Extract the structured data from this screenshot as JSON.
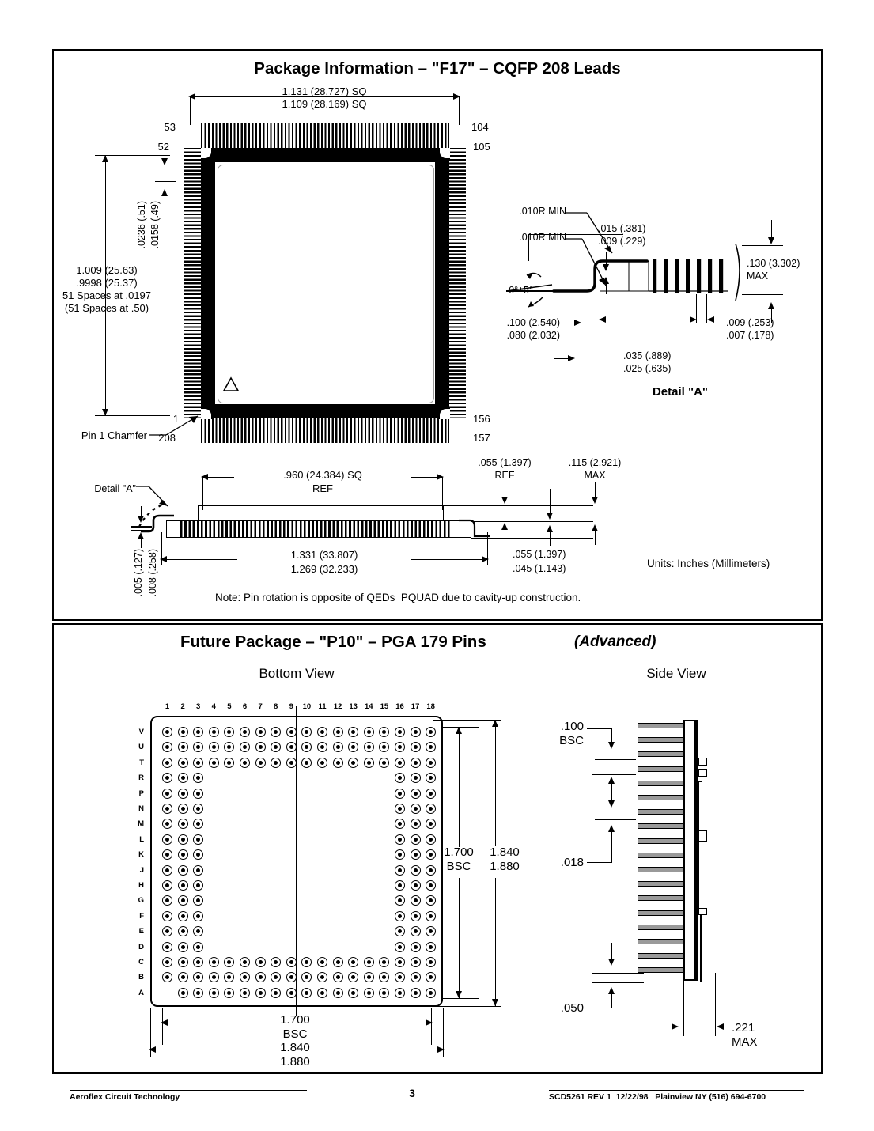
{
  "document": {
    "page_number": "3",
    "units_note": "Units: Inches (Millimeters)"
  },
  "panel_qfp": {
    "title": "Package Information – \"F17\" – CQFP 208 Leads",
    "top_dims": {
      "line1": "1.131 (28.727) SQ",
      "line2": "1.109 (28.169) SQ"
    },
    "lead_pitch_vertical": {
      "line1": ".0236 (.51)",
      "line2": ".0158 (.49)"
    },
    "left_dims": {
      "line1": "1.009 (25.63)",
      "line2": ".9998 (25.37)",
      "line3": "51 Spaces at .0197",
      "line4": "(51 Spaces at .50)"
    },
    "pin_numbers": {
      "top_left": "53",
      "top_right": "104",
      "upper_left": "52",
      "upper_right": "105",
      "lower_left": "1",
      "lower_right": "156",
      "bottom_left": "208",
      "bottom_right": "157"
    },
    "pin1_chamfer_label": "Pin 1 Chamfer",
    "detail_a": {
      "title": "Detail \"A\"",
      "radius_1": ".010R MIN",
      "radius_2": ".010R MIN",
      "thickness": {
        "line1": ".015 (.381)",
        "line2": ".009 (.229)"
      },
      "angle": "0°±5°",
      "foot_length": {
        "line1": ".100 (2.540)",
        "line2": ".080 (2.032)"
      },
      "stand_off": {
        "line1": ".035 (.889)",
        "line2": ".025 (.635)"
      },
      "lead_width": {
        "line1": ".009 (.253)",
        "line2": ".007 (.178)"
      },
      "height_max": {
        "line1": ".130 (3.302)",
        "line2": "MAX"
      }
    },
    "side_view": {
      "detail_a_callout": "Detail \"A\"",
      "body_ref": {
        "line1": ".960 (24.384) SQ",
        "line2": "REF"
      },
      "overall": {
        "line1": "1.331 (33.807)",
        "line2": "1.269 (32.233)"
      },
      "standoff_vertical": {
        "line1": ".005 (.127)",
        "line2": ".008 (.258)"
      },
      "lid_ref": {
        "line1": ".055 (1.397)",
        "line2": "REF"
      },
      "total_max": {
        "line1": ".115 (2.921)",
        "line2": "MAX"
      },
      "base_thick": {
        "line1": ".055 (1.397)",
        "line2": ".045 (1.143)"
      }
    },
    "note": "Note: Pin rotation is opposite of QEDs  PQUAD due to cavity-up construction."
  },
  "panel_pga": {
    "title": "Future Package – \"P10\" – PGA 179 Pins",
    "title_suffix": "(Advanced)",
    "bottom_view_label": "Bottom View",
    "side_view_label": "Side View",
    "column_labels": [
      "1",
      "2",
      "3",
      "4",
      "5",
      "6",
      "7",
      "8",
      "9",
      "10",
      "11",
      "12",
      "13",
      "14",
      "15",
      "16",
      "17",
      "18"
    ],
    "row_labels": [
      "V",
      "U",
      "T",
      "R",
      "P",
      "N",
      "M",
      "L",
      "K",
      "J",
      "H",
      "G",
      "F",
      "E",
      "D",
      "C",
      "B",
      "A"
    ],
    "grid_map": {
      "V": [
        1,
        1,
        1,
        1,
        1,
        1,
        1,
        1,
        1,
        1,
        1,
        1,
        1,
        1,
        1,
        1,
        1,
        1
      ],
      "U": [
        1,
        1,
        1,
        1,
        1,
        1,
        1,
        1,
        1,
        1,
        1,
        1,
        1,
        1,
        1,
        1,
        1,
        1
      ],
      "T": [
        1,
        1,
        1,
        1,
        1,
        1,
        1,
        1,
        1,
        1,
        1,
        1,
        1,
        1,
        1,
        1,
        1,
        1
      ],
      "R": [
        1,
        1,
        1,
        0,
        0,
        0,
        0,
        0,
        0,
        0,
        0,
        0,
        0,
        0,
        0,
        1,
        1,
        1
      ],
      "P": [
        1,
        1,
        1,
        0,
        0,
        0,
        0,
        0,
        0,
        0,
        0,
        0,
        0,
        0,
        0,
        1,
        1,
        1
      ],
      "N": [
        1,
        1,
        1,
        0,
        0,
        0,
        0,
        0,
        0,
        0,
        0,
        0,
        0,
        0,
        0,
        1,
        1,
        1
      ],
      "M": [
        1,
        1,
        1,
        0,
        0,
        0,
        0,
        0,
        0,
        0,
        0,
        0,
        0,
        0,
        0,
        1,
        1,
        1
      ],
      "L": [
        1,
        1,
        1,
        0,
        0,
        0,
        0,
        0,
        0,
        0,
        0,
        0,
        0,
        0,
        0,
        1,
        1,
        1
      ],
      "K": [
        1,
        1,
        1,
        0,
        0,
        0,
        0,
        0,
        0,
        0,
        0,
        0,
        0,
        0,
        0,
        1,
        1,
        1
      ],
      "J": [
        1,
        1,
        1,
        0,
        0,
        0,
        0,
        0,
        0,
        0,
        0,
        0,
        0,
        0,
        0,
        1,
        1,
        1
      ],
      "H": [
        1,
        1,
        1,
        0,
        0,
        0,
        0,
        0,
        0,
        0,
        0,
        0,
        0,
        0,
        0,
        1,
        1,
        1
      ],
      "G": [
        1,
        1,
        1,
        0,
        0,
        0,
        0,
        0,
        0,
        0,
        0,
        0,
        0,
        0,
        0,
        1,
        1,
        1
      ],
      "F": [
        1,
        1,
        1,
        0,
        0,
        0,
        0,
        0,
        0,
        0,
        0,
        0,
        0,
        0,
        0,
        1,
        1,
        1
      ],
      "E": [
        1,
        1,
        1,
        0,
        0,
        0,
        0,
        0,
        0,
        0,
        0,
        0,
        0,
        0,
        0,
        1,
        1,
        1
      ],
      "D": [
        1,
        1,
        1,
        0,
        0,
        0,
        0,
        0,
        0,
        0,
        0,
        0,
        0,
        0,
        0,
        1,
        1,
        1
      ],
      "C": [
        1,
        1,
        1,
        1,
        1,
        1,
        1,
        1,
        1,
        1,
        1,
        1,
        1,
        1,
        1,
        1,
        1,
        1
      ],
      "B": [
        1,
        1,
        1,
        1,
        1,
        1,
        1,
        1,
        1,
        1,
        1,
        1,
        1,
        1,
        1,
        1,
        1,
        1
      ],
      "A": [
        0,
        1,
        1,
        1,
        1,
        1,
        1,
        1,
        1,
        1,
        1,
        1,
        1,
        1,
        1,
        1,
        1,
        1
      ]
    },
    "dims": {
      "right_bsc": {
        "line1": "1.700",
        "line2": "BSC"
      },
      "right_overall": {
        "line1": "1.840",
        "line2": "1.880"
      },
      "bottom_bsc": {
        "line1": "1.700",
        "line2": "BSC"
      },
      "bottom_overall": {
        "line1": "1.840",
        "line2": "1.880"
      }
    },
    "side_dims": {
      "pitch": {
        "line1": ".100",
        "line2": "BSC"
      },
      "pin_dia": ".018",
      "standoff": ".050",
      "thickness": {
        "line1": ".221",
        "line2": "MAX"
      }
    }
  },
  "footer": {
    "company": "Aeroflex Circuit Technology",
    "page": "3",
    "doc_info": "SCD5261 REV 1  12/22/98   Plainview NY (516) 694-6700"
  }
}
